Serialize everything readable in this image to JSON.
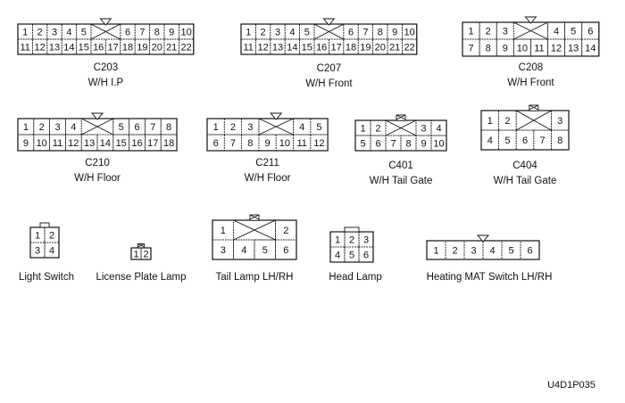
{
  "figure_code": "U4D1P035",
  "connectors": [
    {
      "id": "c203",
      "name": "C203",
      "desc": "W/H I.P",
      "rows": [
        [
          "1",
          "2",
          "3",
          "4",
          "5",
          "X",
          "6",
          "7",
          "8",
          "9",
          "10"
        ],
        [
          "11",
          "12",
          "13",
          "14",
          "15",
          "16",
          "17",
          "18",
          "19",
          "20",
          "21",
          "22"
        ]
      ]
    },
    {
      "id": "c207",
      "name": "C207",
      "desc": "W/H Front",
      "rows": [
        [
          "1",
          "2",
          "3",
          "4",
          "5",
          "X",
          "6",
          "7",
          "8",
          "9",
          "10"
        ],
        [
          "11",
          "12",
          "13",
          "14",
          "15",
          "16",
          "17",
          "18",
          "19",
          "20",
          "21",
          "22"
        ]
      ]
    },
    {
      "id": "c208",
      "name": "C208",
      "desc": "W/H Front",
      "rows": [
        [
          "1",
          "2",
          "3",
          "X",
          "4",
          "5",
          "6"
        ],
        [
          "7",
          "8",
          "9",
          "10",
          "11",
          "12",
          "13",
          "14"
        ]
      ]
    },
    {
      "id": "c210",
      "name": "C210",
      "desc": "W/H Floor",
      "rows": [
        [
          "1",
          "2",
          "3",
          "4",
          "X",
          "5",
          "6",
          "7",
          "8"
        ],
        [
          "9",
          "10",
          "11",
          "12",
          "13",
          "14",
          "15",
          "16",
          "17",
          "18"
        ]
      ]
    },
    {
      "id": "c211",
      "name": "C211",
      "desc": "W/H Floor",
      "rows": [
        [
          "1",
          "2",
          "3",
          "X",
          "4",
          "5"
        ],
        [
          "6",
          "7",
          "8",
          "9",
          "10",
          "11",
          "12"
        ]
      ]
    },
    {
      "id": "c401",
      "name": "C401",
      "desc": "W/H Tail Gate",
      "rows": [
        [
          "1",
          "2",
          "X",
          "3",
          "4"
        ],
        [
          "5",
          "6",
          "7",
          "8",
          "9",
          "10"
        ]
      ]
    },
    {
      "id": "c404",
      "name": "C404",
      "desc": "W/H Tail Gate",
      "rows": [
        [
          "1",
          "2",
          "X",
          "3"
        ],
        [
          "4",
          "5",
          "6",
          "7",
          "8"
        ]
      ]
    },
    {
      "id": "light-switch",
      "name": "",
      "desc": "Light Switch",
      "rows": [
        [
          "1",
          "2"
        ],
        [
          "3",
          "4"
        ]
      ]
    },
    {
      "id": "license-plate-lamp",
      "name": "",
      "desc": "License Plate Lamp",
      "rows": [
        [
          "1",
          "2"
        ]
      ]
    },
    {
      "id": "tail-lamp",
      "name": "",
      "desc": "Tail Lamp LH/RH",
      "rows": [
        [
          "1",
          "X",
          "2"
        ],
        [
          "3",
          "4",
          "5",
          "6"
        ]
      ]
    },
    {
      "id": "head-lamp",
      "name": "",
      "desc": "Head Lamp",
      "rows": [
        [
          "1",
          "2",
          "3"
        ],
        [
          "4",
          "5",
          "6"
        ]
      ]
    },
    {
      "id": "heating-mat-switch",
      "name": "",
      "desc": "Heating MAT Switch LH/RH",
      "rows": [
        [
          "1",
          "2",
          "3",
          "4",
          "5",
          "6"
        ]
      ]
    }
  ]
}
